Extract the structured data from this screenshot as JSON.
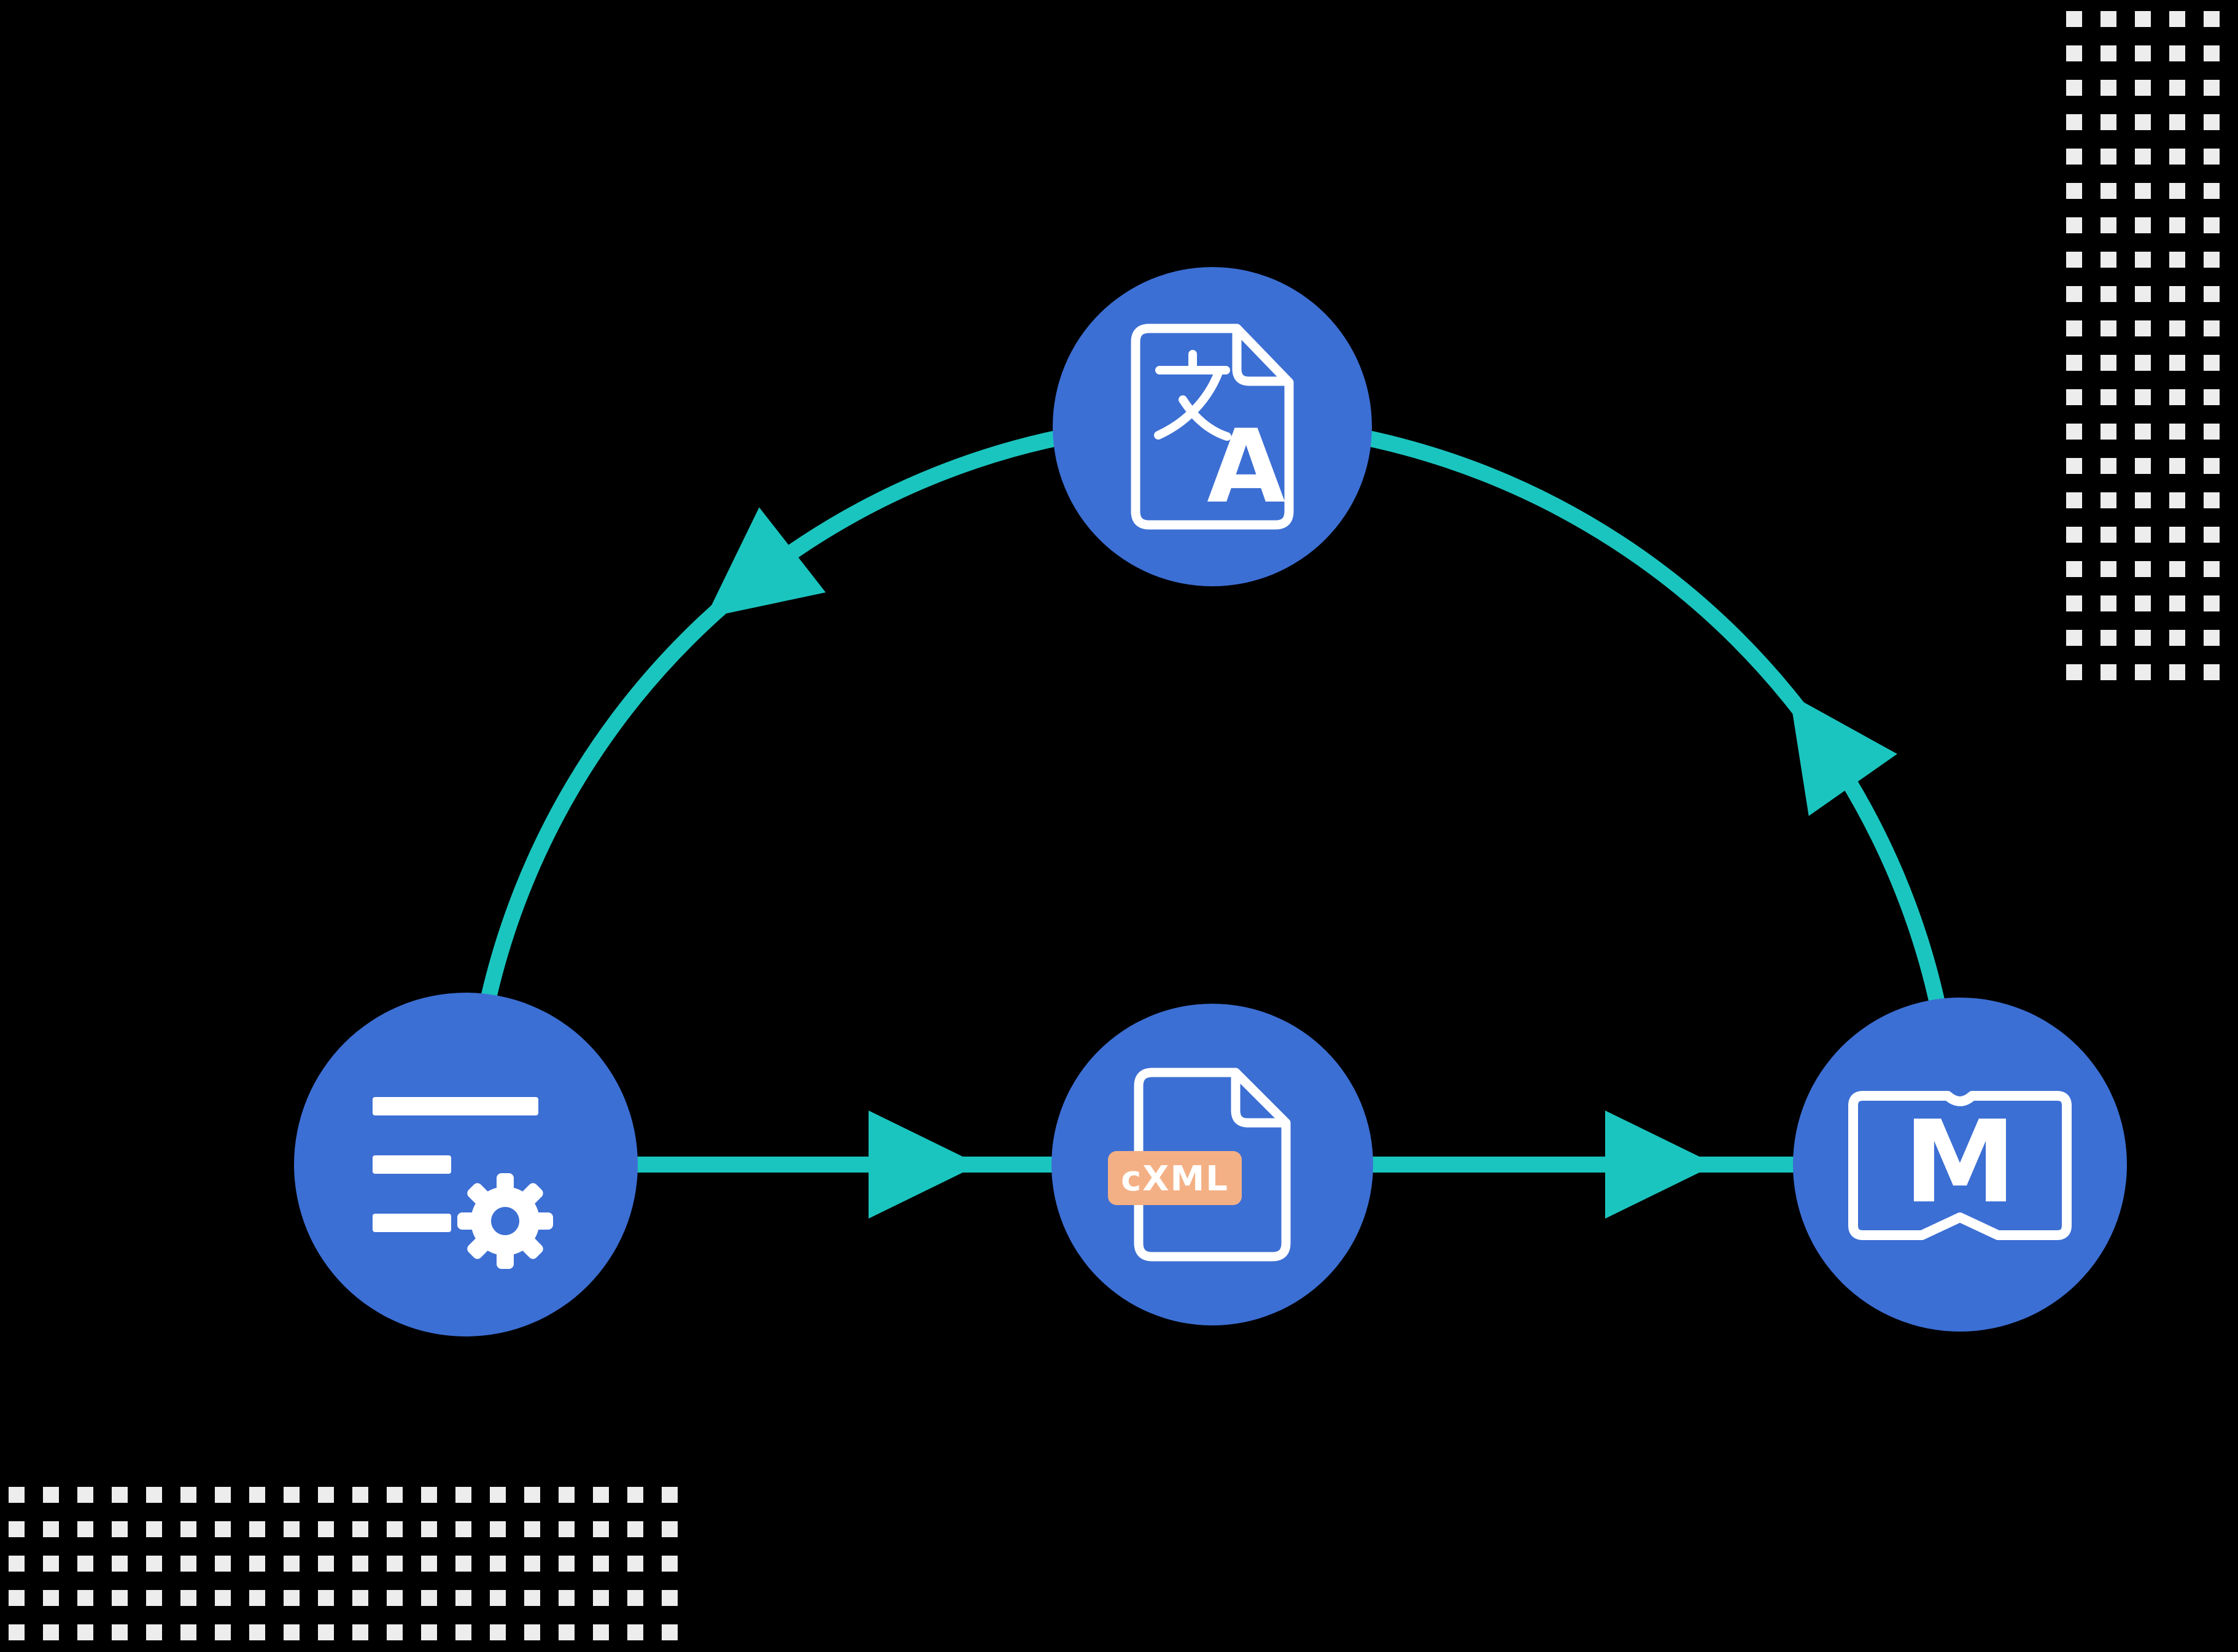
{
  "page": {
    "type": "process-cycle-diagram",
    "background": "#000000"
  },
  "colors": {
    "node_fill": "#3C6FD4",
    "connector": "#1BC5BF",
    "icon_stroke": "#FFFFFF",
    "cxml_badge_fill": "#F4B085",
    "dot_pattern": "#EDEDED"
  },
  "nodes": {
    "settings": {
      "id": "settings-list",
      "icon": "list-with-gear-icon"
    },
    "cxml": {
      "id": "cxml-document",
      "icon": "document-icon",
      "badge_label": "cXML"
    },
    "book": {
      "id": "catalog-book",
      "icon": "open-book-icon",
      "letter": "M"
    },
    "translation": {
      "id": "translation-document",
      "icon": "translate-document-icon",
      "cjk_glyph": "文",
      "latin_glyph": "A"
    }
  },
  "edges": [
    {
      "from": "settings-list",
      "to": "cxml-document",
      "style": "horizontal-arrow-right"
    },
    {
      "from": "cxml-document",
      "to": "catalog-book",
      "style": "horizontal-arrow-right"
    },
    {
      "from": "catalog-book",
      "to": "translation-document",
      "style": "arc-arrow-up"
    },
    {
      "from": "translation-document",
      "to": "settings-list",
      "style": "arc-arrow-down-left"
    }
  ]
}
